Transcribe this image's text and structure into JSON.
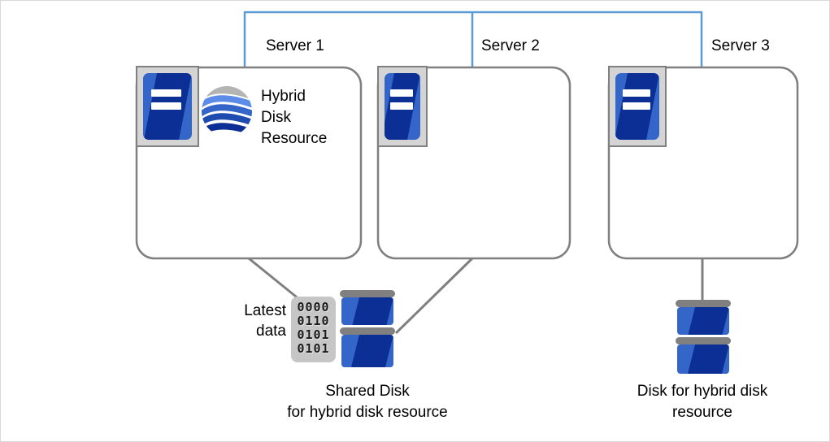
{
  "diagram": {
    "title_colors": {
      "network_line": "#5b9bd5",
      "server_box_border": "#7f7f7f",
      "connector": "#7f7f7f",
      "icon_blue": "#3465c8",
      "icon_dark_blue": "#0b2f94",
      "icon_gray": "#b4b4b4",
      "binary_block_bg": "#c6c6c6",
      "page_border": "#d9d9d9"
    },
    "servers": [
      {
        "label": "Server 1",
        "icon": "server-tower-icon"
      },
      {
        "label": "Server 2",
        "icon": "server-tower-icon"
      },
      {
        "label": "Server 3",
        "icon": "server-tower-icon"
      }
    ],
    "resource": {
      "icon": "hybrid-disk-resource-globe-icon",
      "label_lines": [
        "Hybrid",
        "Disk",
        "Resource"
      ]
    },
    "latest_data": {
      "label_lines": [
        "Latest",
        "data"
      ],
      "binary_rows": [
        "0000",
        "0110",
        "0101",
        "0101"
      ]
    },
    "shared_disk": {
      "icon": "disk-stack-icon",
      "caption_lines": [
        "Shared Disk",
        "for hybrid disk resource"
      ]
    },
    "hybrid_disk": {
      "icon": "disk-stack-icon",
      "caption_lines": [
        "Disk for hybrid disk",
        "resource"
      ]
    }
  }
}
